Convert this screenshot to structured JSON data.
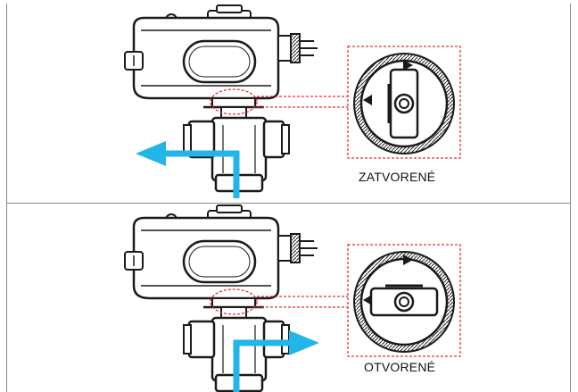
{
  "panels": [
    {
      "id": "closed",
      "state_label": "ZATVORENÉ",
      "flow": "left"
    },
    {
      "id": "open",
      "state_label": "OTVORENÉ",
      "flow": "right"
    }
  ],
  "colors": {
    "flow_arrow": "#22b5e8",
    "callout": "#e0303a",
    "outline": "#1a1a1a",
    "body_fill": "#ffffff"
  },
  "icons": {
    "actuator": "actuator-icon",
    "valve": "three-way-valve-icon",
    "dial": "position-dial-icon"
  }
}
